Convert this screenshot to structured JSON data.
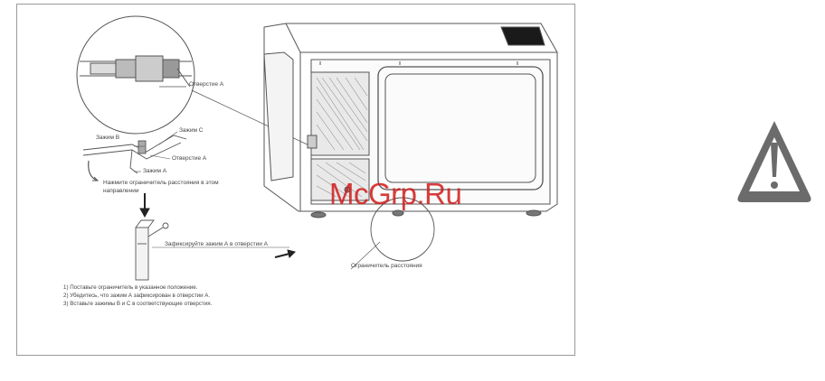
{
  "labels": {
    "hole_a_top": "Отверстие А",
    "clamp_b": "Зажим В",
    "clamp_c": "Зажим С",
    "hole_a_mid": "Отверстие А",
    "clamp_a": "Зажим А",
    "press_note_1": "Нажмите ограничитель расстояния в этом",
    "press_note_2": "направлении",
    "fix_note": "Зафиксируйте зажим А в отверстии А",
    "limiter": "Ограничитель расстояния"
  },
  "steps": [
    "1) Поставьте ограничитель в указанное положение.",
    "2) Убедитесь, что зажим А зафиксирован в отверстии А.",
    "3) Вставьте зажимы В и С в соответствующие отверстия."
  ],
  "watermark": "McGrp.Ru",
  "icons": {
    "warning": "warning-triangle-icon"
  }
}
